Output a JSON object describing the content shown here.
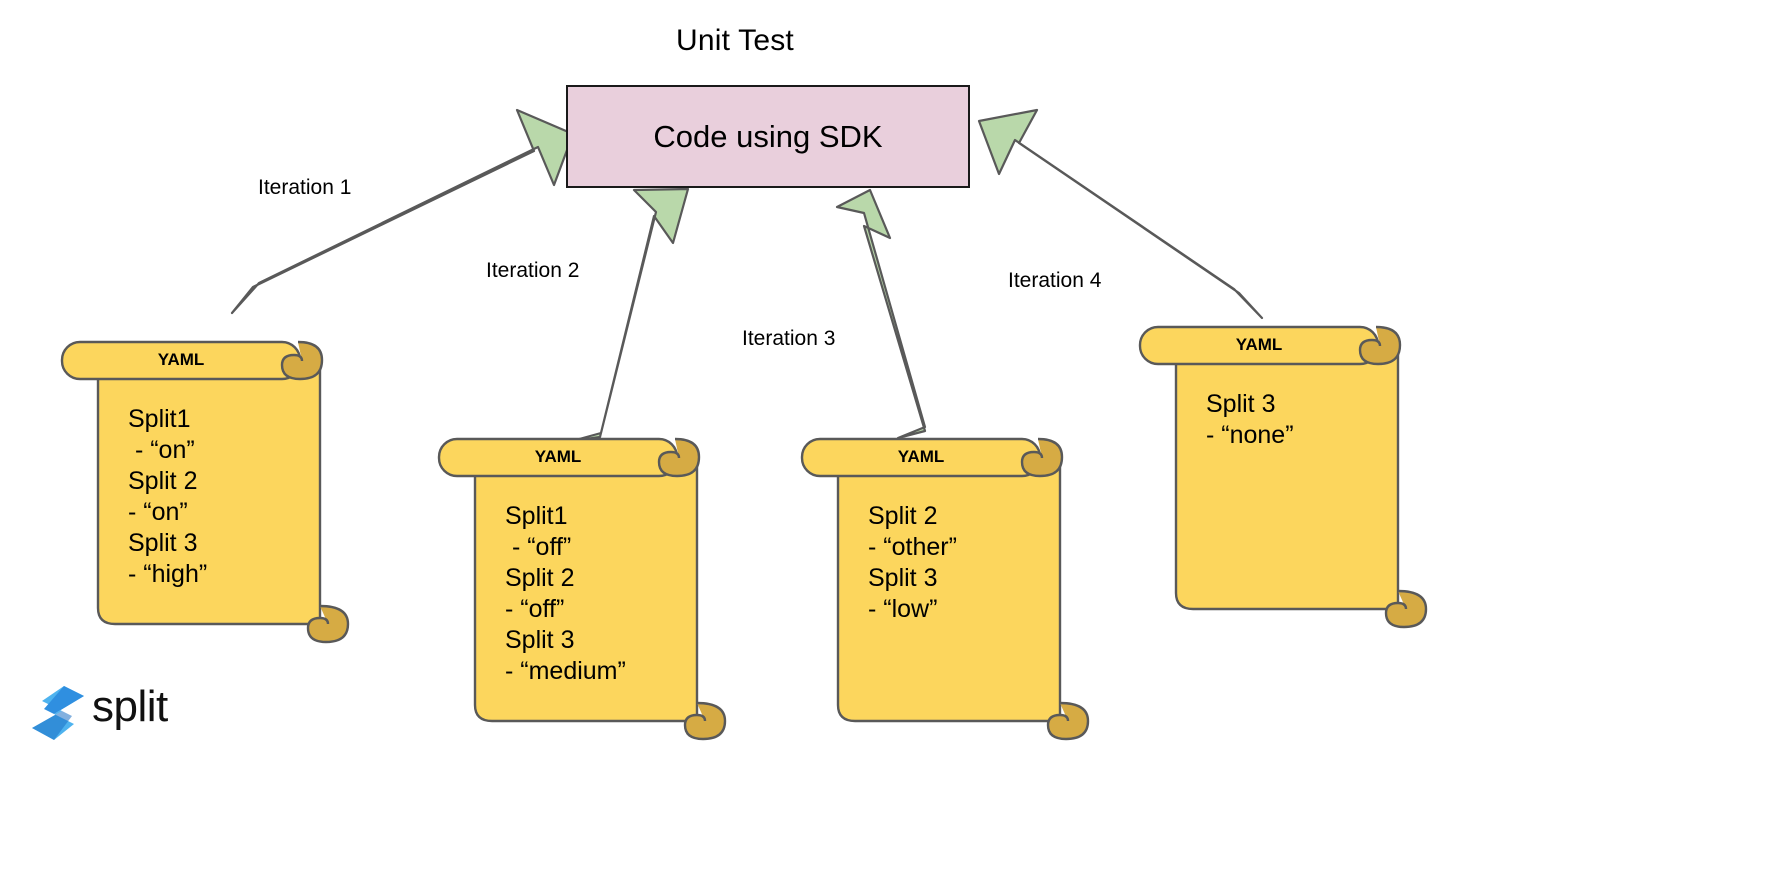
{
  "diagram": {
    "title": "Unit Test",
    "center_node": {
      "label": "Code using SDK",
      "fill": "#e9cfdc",
      "stroke": "#1a1a1a"
    },
    "arrow": {
      "fill": "#b9d8aa",
      "stroke": "#595959"
    },
    "scroll_style": {
      "fill": "#fcd65d",
      "curl_fill": "#d6ab44",
      "stroke": "#595959"
    },
    "iterations": [
      {
        "label": "Iteration 1"
      },
      {
        "label": "Iteration 2"
      },
      {
        "label": "Iteration 3"
      },
      {
        "label": "Iteration 4"
      }
    ],
    "scrolls": [
      {
        "title": "YAML",
        "lines": [
          "Split1",
          " - “on”",
          "Split 2",
          "- “on”",
          "Split 3",
          "- “high”"
        ],
        "text": "Split1\n - “on”\nSplit 2\n- “on”\nSplit 3\n- “high”"
      },
      {
        "title": "YAML",
        "lines": [
          "Split1",
          " - “off”",
          "Split 2",
          "- “off”",
          "Split 3",
          "- “medium”"
        ],
        "text": "Split1\n - “off”\nSplit 2\n- “off”\nSplit 3\n- “medium”"
      },
      {
        "title": "YAML",
        "lines": [
          "Split 2",
          "- “other”",
          "Split 3",
          "- “low”"
        ],
        "text": "Split 2\n- “other”\nSplit 3\n- “low”"
      },
      {
        "title": "YAML",
        "lines": [
          "Split 3",
          "- “none”"
        ],
        "text": "Split 3\n- “none”"
      }
    ]
  },
  "branding": {
    "logo_name": "split-logo",
    "wordmark": "split",
    "color_light": "#4eb3ef",
    "color_mid": "#2f8fe0",
    "color_dark": "#1b6fc4"
  }
}
